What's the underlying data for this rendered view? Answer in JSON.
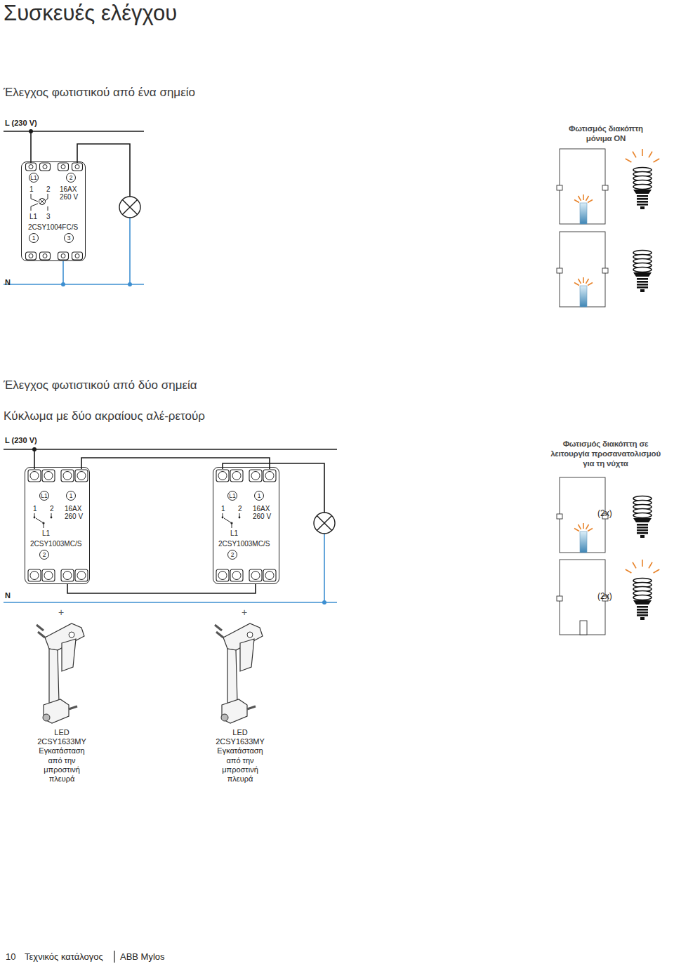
{
  "diagram": {
    "title": "Συσκευές ελέγχου",
    "nodes": [
      {
        "text": [
          "L1",
          "2",
          "1",
          "2",
          "16AX 260 V",
          "L1",
          "3",
          "2CSY1004FC/S",
          "1",
          "3"
        ]
      },
      {
        "text": [
          "L1",
          "1",
          "1",
          "2",
          "16AX 260 V",
          "L1",
          "2CSY1003MC/S",
          "2"
        ]
      },
      {
        "text": [
          "L1",
          "1",
          "1",
          "2",
          "16AX 260 V",
          "L1",
          "2CSY1003MC/S",
          "2"
        ]
      }
    ],
    "edges": [
      {
        "from": 1,
        "to": 2,
        "arrow": "none"
      }
    ],
    "labels": [
      "Έλεγχος φωτιστικού από ένα σημείο",
      "L (230 V)",
      "N",
      "Φωτισμός διακόπτη μόνιμα ON",
      "Έλεγχος φωτιστικού από δύο σημεία",
      "Κύκλωμα με δύο ακραίους αλέ-ρετούρ",
      "L (230 V)",
      "Φωτισμός διακόπτη σε λειτουργία προσανατολισμού για τη νύχτα",
      "(2x)",
      "(2x)",
      "N",
      "+",
      "+",
      "LED 2CSY1633MY Εγκατάσταση από την μπροστινή πλευρά",
      "LED 2CSY1633MY Εγκατάσταση από την μπροστινή πλευρά",
      "10",
      "Τεχνικός κατάλογος",
      "ABB Mylos"
    ]
  }
}
